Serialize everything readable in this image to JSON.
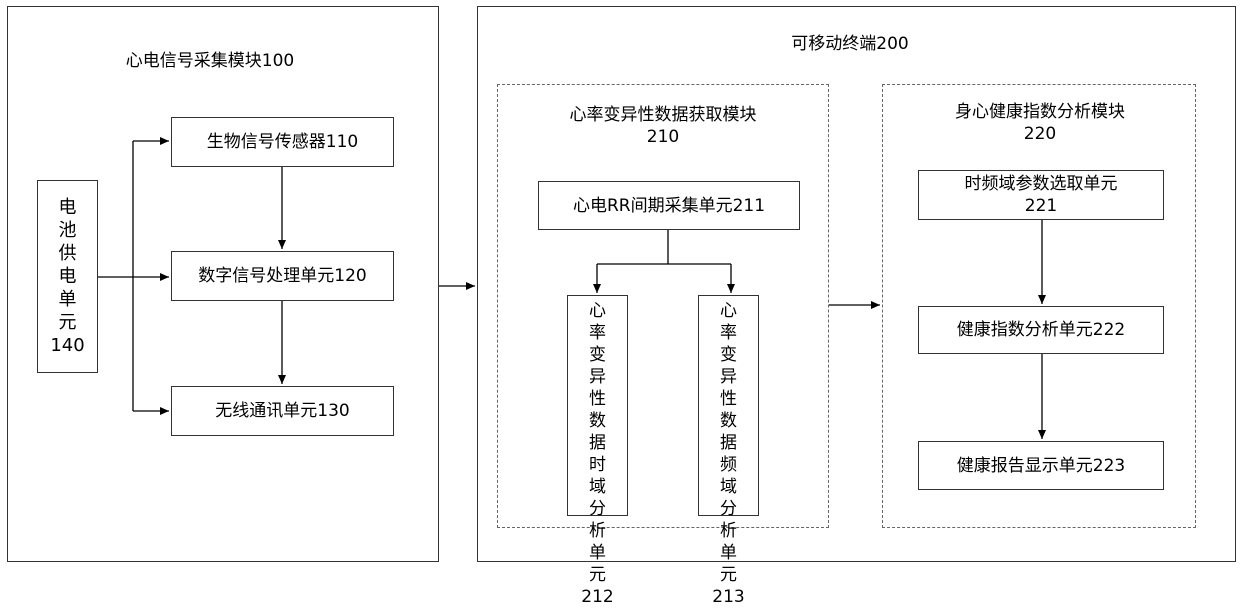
{
  "modules": {
    "ecg": {
      "title": "心电信号采集模块100",
      "battery": "电\n池\n供\n电\n单\n元\n140",
      "sensor": "生物信号传感器110",
      "dsp": "数字信号处理单元120",
      "wireless": "无线通讯单元130"
    },
    "mobile": {
      "title": "可移动终端200",
      "hrv": {
        "title_line1": "心率变异性数据获取模块",
        "title_line2": "210",
        "rr": "心电RR间期采集单元211",
        "time_domain": "心\n率\n变\n异\n性\n数\n据\n时\n域\n分\n析\n单\n元\n212",
        "freq_domain": "心\n率\n变\n异\n性\n数\n据\n频\n域\n分\n析\n单\n元\n213"
      },
      "health": {
        "title_line1": "身心健康指数分析模块",
        "title_line2": "220",
        "param_line1": "时频域参数选取单元",
        "param_line2": "221",
        "index": "健康指数分析单元222",
        "report": "健康报告显示单元223"
      }
    }
  }
}
